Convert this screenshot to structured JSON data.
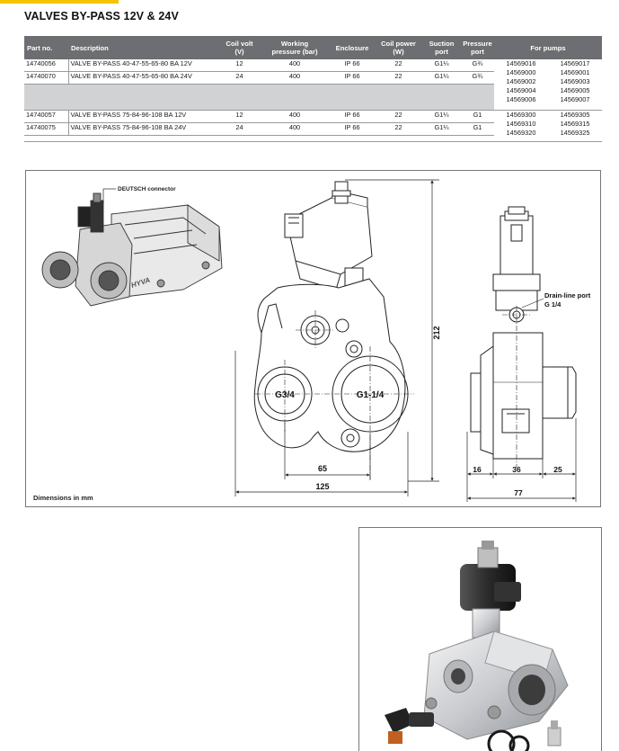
{
  "page": {
    "title": "VALVES BY-PASS 12V & 24V",
    "accent_color": "#f5c400",
    "header_bg": "#6d6e71",
    "separator_bg": "#d1d2d4"
  },
  "table": {
    "headers": {
      "part_no": "Part no.",
      "description": "Description",
      "coil_volt": [
        "Coil volt",
        "(V)"
      ],
      "working_pressure": [
        "Working",
        "pressure (bar)"
      ],
      "enclosure": "Enclosure",
      "coil_power": [
        "Coil power",
        "(W)"
      ],
      "suction_port": [
        "Suction",
        "port"
      ],
      "pressure_port": [
        "Pressure",
        "port"
      ],
      "for_pumps": "For pumps"
    },
    "rows": [
      {
        "part_no": "14740056",
        "description": "VALVE BY-PASS 40-47-55-65-80 BA 12V",
        "coil_volt": "12",
        "pressure": "400",
        "enclosure": "IP 66",
        "coil_power": "22",
        "suction": "G1¼",
        "pressure_port": "G¾"
      },
      {
        "part_no": "14740070",
        "description": "VALVE BY-PASS 40-47-55-65-80 BA 24V",
        "coil_volt": "24",
        "pressure": "400",
        "enclosure": "IP 66",
        "coil_power": "22",
        "suction": "G1¼",
        "pressure_port": "G¾"
      },
      {
        "part_no": "14740057",
        "description": "VALVE BY-PASS 75-84-96-108 BA 12V",
        "coil_volt": "12",
        "pressure": "400",
        "enclosure": "IP 66",
        "coil_power": "22",
        "suction": "G1¼",
        "pressure_port": "G1"
      },
      {
        "part_no": "14740075",
        "description": "VALVE BY-PASS 75-84-96-108 BA 24V",
        "coil_volt": "24",
        "pressure": "400",
        "enclosure": "IP 66",
        "coil_power": "22",
        "suction": "G1¼",
        "pressure_port": "G1"
      }
    ],
    "pumps_group_1": {
      "col_a": [
        "14569016",
        "14569000",
        "14569002",
        "14569004",
        "14569006"
      ],
      "col_b": [
        "14569017",
        "14569001",
        "14569003",
        "14569005",
        "14569007"
      ]
    },
    "pumps_group_2": {
      "col_a": [
        "14569300",
        "14569310",
        "14569320"
      ],
      "col_b": [
        "14569305",
        "14569315",
        "14569325"
      ]
    }
  },
  "drawing": {
    "connector_label": "DEUTSCH connector",
    "brand_mark": "HYVA",
    "port_small": "G3/4",
    "port_large": "G1-1/4",
    "drain_label": "Drain-line port",
    "drain_size": "G 1/4",
    "dim_height": "212",
    "dim_65": "65",
    "dim_125": "125",
    "dim_16": "16",
    "dim_36": "36",
    "dim_25": "25",
    "dim_77": "77",
    "caption": "Dimensions in mm"
  }
}
